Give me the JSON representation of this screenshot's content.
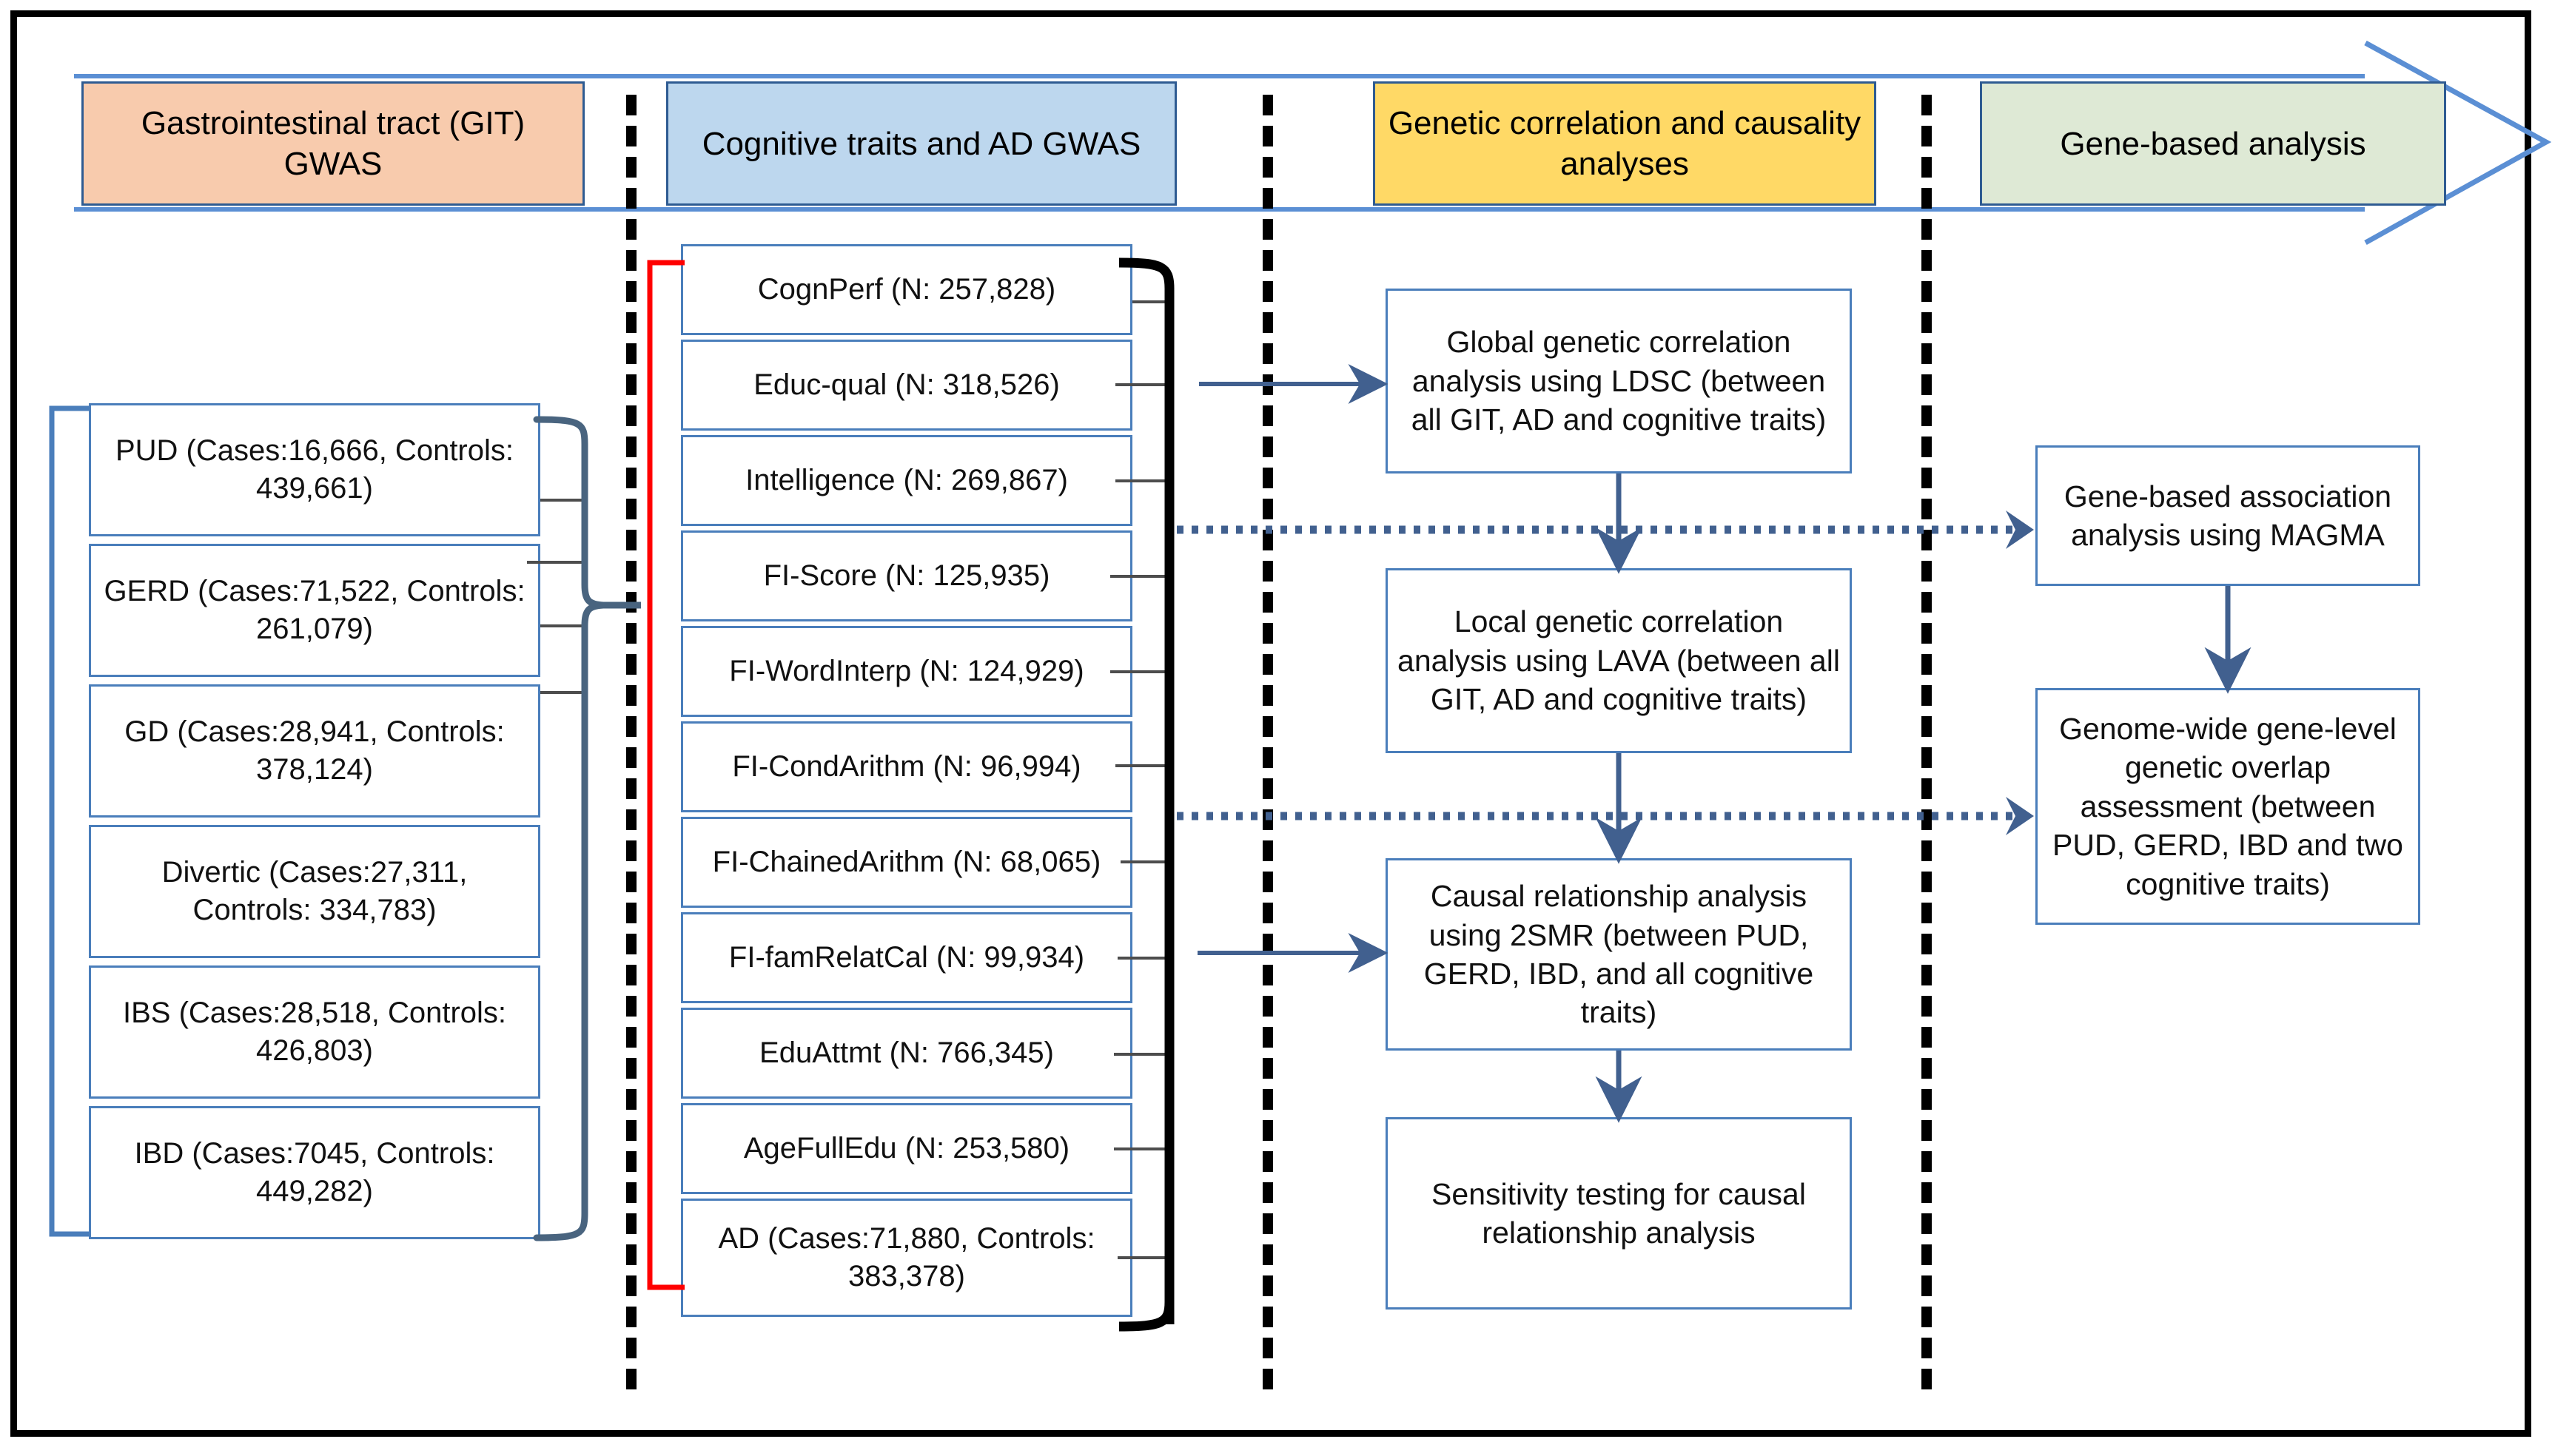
{
  "figure": {
    "title": "GIT-cognition-AD genetic analysis workflow"
  },
  "banner": {
    "phases": [
      {
        "id": "git-gwas",
        "label": "Gastrointestinal tract (GIT) GWAS",
        "color": "#f8cbad"
      },
      {
        "id": "cognitive-gwas",
        "label": "Cognitive traits and AD GWAS",
        "color": "#bdd7ee"
      },
      {
        "id": "correlation",
        "label": "Genetic correlation and causality analyses",
        "color": "#ffd966"
      },
      {
        "id": "gene-based",
        "label": "Gene-based analysis",
        "color": "#dee9d5"
      }
    ]
  },
  "git_traits": [
    {
      "id": "pud",
      "label": "PUD (Cases:16,666, Controls: 439,661)"
    },
    {
      "id": "gerd",
      "label": "GERD (Cases:71,522, Controls: 261,079)"
    },
    {
      "id": "gd",
      "label": "GD (Cases:28,941, Controls: 378,124)"
    },
    {
      "id": "divertic",
      "label": "Divertic (Cases:27,311, Controls: 334,783)"
    },
    {
      "id": "ibs",
      "label": "IBS (Cases:28,518, Controls: 426,803)"
    },
    {
      "id": "ibd",
      "label": "IBD (Cases:7045, Controls: 449,282)"
    }
  ],
  "cognitive_traits": [
    {
      "id": "cognperf",
      "label": "CognPerf (N: 257,828)"
    },
    {
      "id": "educ-qual",
      "label": "Educ-qual (N: 318,526)"
    },
    {
      "id": "intelligence",
      "label": "Intelligence (N: 269,867)"
    },
    {
      "id": "fi-score",
      "label": "FI-Score (N: 125,935)"
    },
    {
      "id": "fi-wordinterp",
      "label": "FI-WordInterp (N: 124,929)"
    },
    {
      "id": "fi-condarithm",
      "label": "FI-CondArithm (N: 96,994)"
    },
    {
      "id": "fi-chainedarithm",
      "label": "FI-ChainedArithm (N: 68,065)"
    },
    {
      "id": "fi-famrelatcal",
      "label": "FI-famRelatCal (N: 99,934)"
    },
    {
      "id": "eduattmt",
      "label": "EduAttmt (N: 766,345)"
    },
    {
      "id": "agefulledu",
      "label": "AgeFullEdu (N: 253,580)"
    },
    {
      "id": "ad",
      "label": "AD (Cases:71,880, Controls: 383,378)"
    }
  ],
  "analyses": [
    {
      "id": "global-ldsc",
      "label": "Global genetic correlation analysis using LDSC (between all GIT, AD and cognitive traits)"
    },
    {
      "id": "local-lava",
      "label": "Local genetic correlation analysis using LAVA (between all GIT, AD and cognitive traits)"
    },
    {
      "id": "causal-2smr",
      "label": "Causal relationship analysis using 2SMR (between PUD, GERD,  IBD, and all cognitive traits)"
    },
    {
      "id": "sensitivity",
      "label": "Sensitivity testing for causal relationship analysis"
    }
  ],
  "gene_analyses": [
    {
      "id": "magma",
      "label": "Gene-based association analysis using MAGMA"
    },
    {
      "id": "gene-overlap",
      "label": "Genome-wide gene-level genetic overlap assessment (between PUD, GERD, IBD and two cognitive traits)"
    }
  ],
  "colors": {
    "box_border": "#4a7ebb",
    "banner_border": "#5b8fd4",
    "phase_border": "#2e5b92",
    "arrow": "#41608f",
    "brace_git": "#49647f",
    "brace_cog": "#000000",
    "red_bracket": "#ff0000",
    "separator": "#000000"
  }
}
